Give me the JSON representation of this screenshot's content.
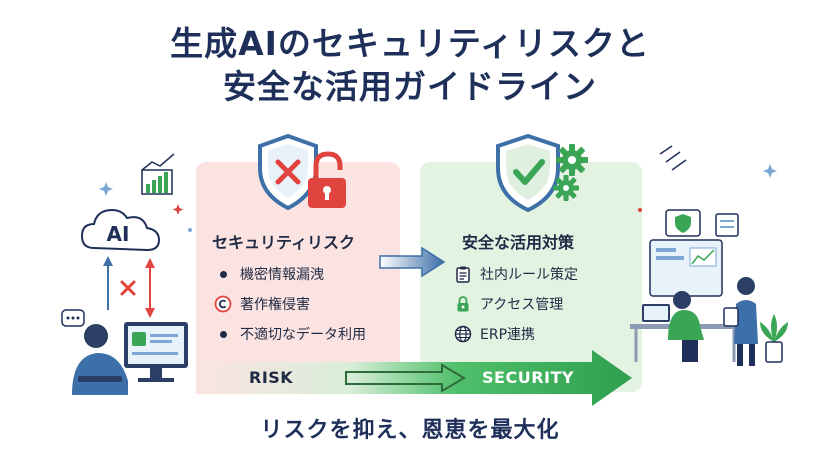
{
  "title": {
    "line1": "生成AIのセキュリティリスクと",
    "line2": "安全な活用ガイドライン"
  },
  "left_scene": {
    "cloud_label": "AI"
  },
  "risk_panel": {
    "heading": "セキュリティリスク",
    "items": [
      {
        "icon": "bullet",
        "label": "機密情報漏洩"
      },
      {
        "icon": "copyright-icon",
        "label": "著作権侵害"
      },
      {
        "icon": "bullet",
        "label": "不適切なデータ利用"
      }
    ]
  },
  "safe_panel": {
    "heading": "安全な活用対策",
    "items": [
      {
        "icon": "clipboard-icon",
        "label": "社内ルール策定"
      },
      {
        "icon": "padlock-icon",
        "label": "アクセス管理"
      },
      {
        "icon": "globe-icon",
        "label": "ERP連携"
      }
    ]
  },
  "flow_arrow": {
    "start_label": "RISK",
    "end_label": "SECURITY"
  },
  "tagline": "リスクを抑え、恩恵を最大化",
  "colors": {
    "navy": "#1e2f5a",
    "risk_bg": "#fbe3e1",
    "safe_bg": "#e2f3e2",
    "danger_red": "#e0443e",
    "safe_green": "#3aa655",
    "shield_blue": "#3d6fa8"
  }
}
